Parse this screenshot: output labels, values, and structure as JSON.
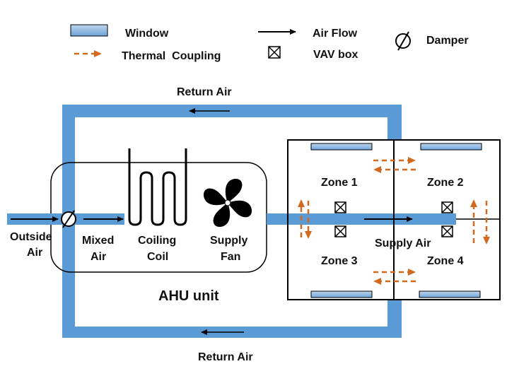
{
  "colors": {
    "duct": "#5B9BD5",
    "window_top": "#BFD7EE",
    "window_bottom": "#6FA3D8",
    "thermal": "#D2691E",
    "line": "#000000"
  },
  "legend": {
    "window": "Window",
    "air_flow": "Air Flow",
    "damper": "Damper",
    "thermal_coupling": "Thermal  Coupling",
    "vav_box": "VAV box"
  },
  "labels": {
    "return_air_top": "Return Air",
    "return_air_bottom": "Return Air",
    "outside_air_1": "Outside",
    "outside_air_2": "Air",
    "mixed_air_1": "Mixed",
    "mixed_air_2": "Air",
    "coiling_coil_1": "Coiling",
    "coiling_coil_2": "Coil",
    "supply_fan_1": "Supply",
    "supply_fan_2": "Fan",
    "ahu_unit": "AHU unit",
    "supply_air": "Supply Air"
  },
  "zones": {
    "zone1": "Zone 1",
    "zone2": "Zone 2",
    "zone3": "Zone 3",
    "zone4": "Zone 4"
  },
  "icons": {
    "damper": "damper-icon",
    "vav": "vav-box-icon",
    "fan": "fan-icon",
    "coil": "coil-icon"
  }
}
